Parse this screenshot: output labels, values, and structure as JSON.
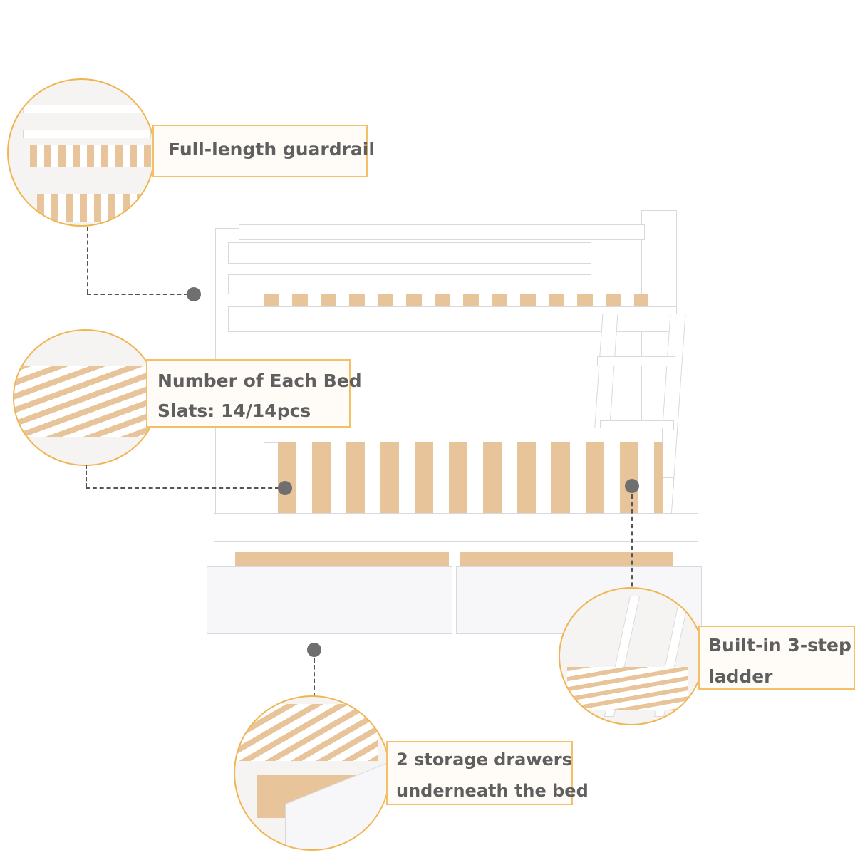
{
  "callouts": {
    "guardrail": {
      "line1": "Full-length guardrail"
    },
    "slats": {
      "line1": "Number of Each Bed",
      "line2": "Slats: 14/14pcs"
    },
    "ladder": {
      "line1": "Built-in 3-step",
      "line2": "ladder"
    },
    "drawers": {
      "line1": "2 storage drawers",
      "line2": "underneath the bed"
    }
  },
  "colors": {
    "accent_border": "#f0b550",
    "text": "#5f5f5f",
    "dot": "#6f6f6f",
    "wood": "#e7c49a",
    "frame": "#ffffff"
  }
}
